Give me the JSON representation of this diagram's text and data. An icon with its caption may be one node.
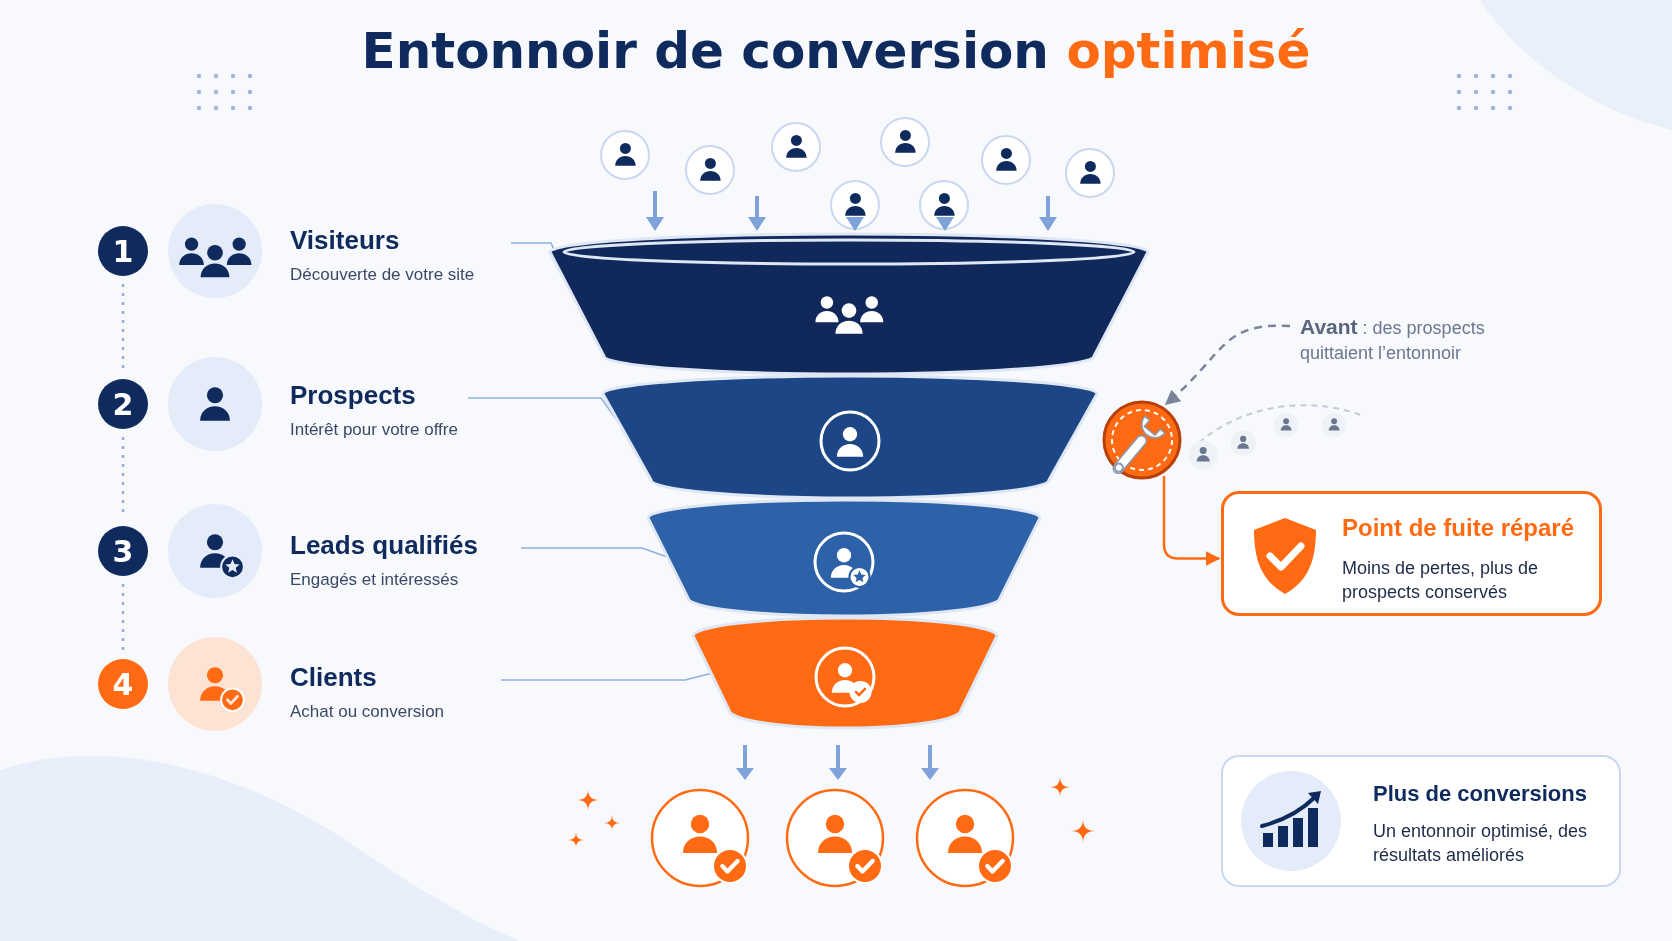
{
  "diagram": {
    "title": "Entonnoir de conversion optimisé",
    "nodes": [
      {
        "text": [
          "1"
        ]
      },
      {
        "text": [
          "Visiteurs",
          "Découverte de votre site"
        ]
      },
      {
        "text": [
          "2"
        ]
      },
      {
        "text": [
          "Prospects",
          "Intérêt pour votre offre"
        ]
      },
      {
        "text": [
          "3"
        ]
      },
      {
        "text": [
          "Leads qualifiés",
          "Engagés et intéressés"
        ]
      },
      {
        "text": [
          "4"
        ]
      },
      {
        "text": [
          "Clients",
          "Achat ou conversion"
        ]
      },
      {
        "text": [],
        "shape": "band"
      },
      {
        "text": [],
        "shape": "band"
      },
      {
        "text": [],
        "shape": "band"
      },
      {
        "text": [],
        "shape": "band"
      },
      {
        "text": [
          "**Avant** : des prospects quittaient l’entonnoir"
        ]
      },
      {
        "text": [],
        "shape": "circle"
      },
      {
        "text": [
          "Point de fuite réparé",
          "Moins de pertes, plus de prospects conservés"
        ]
      },
      {
        "text": [
          "Plus de conversions",
          "Un entonnoir optimisé, des résultats améliorés"
        ]
      }
    ],
    "edges": [
      {
        "from": 0,
        "to": 2,
        "arrow": "none",
        "style": "dashed"
      },
      {
        "from": 2,
        "to": 4,
        "arrow": "none",
        "style": "dashed"
      },
      {
        "from": 4,
        "to": 6,
        "arrow": "none",
        "style": "dashed"
      },
      {
        "from": 1,
        "to": 8,
        "arrow": "none"
      },
      {
        "from": 3,
        "to": 9,
        "arrow": "none"
      },
      {
        "from": 5,
        "to": 10,
        "arrow": "none"
      },
      {
        "from": 7,
        "to": 11,
        "arrow": "none"
      },
      {
        "from": 12,
        "to": 13,
        "arrow": "to",
        "style": "dashed",
        "color": "#7a8499"
      },
      {
        "from": 13,
        "to": 14,
        "arrow": "to",
        "color": "#ff6a13"
      }
    ]
  }
}
